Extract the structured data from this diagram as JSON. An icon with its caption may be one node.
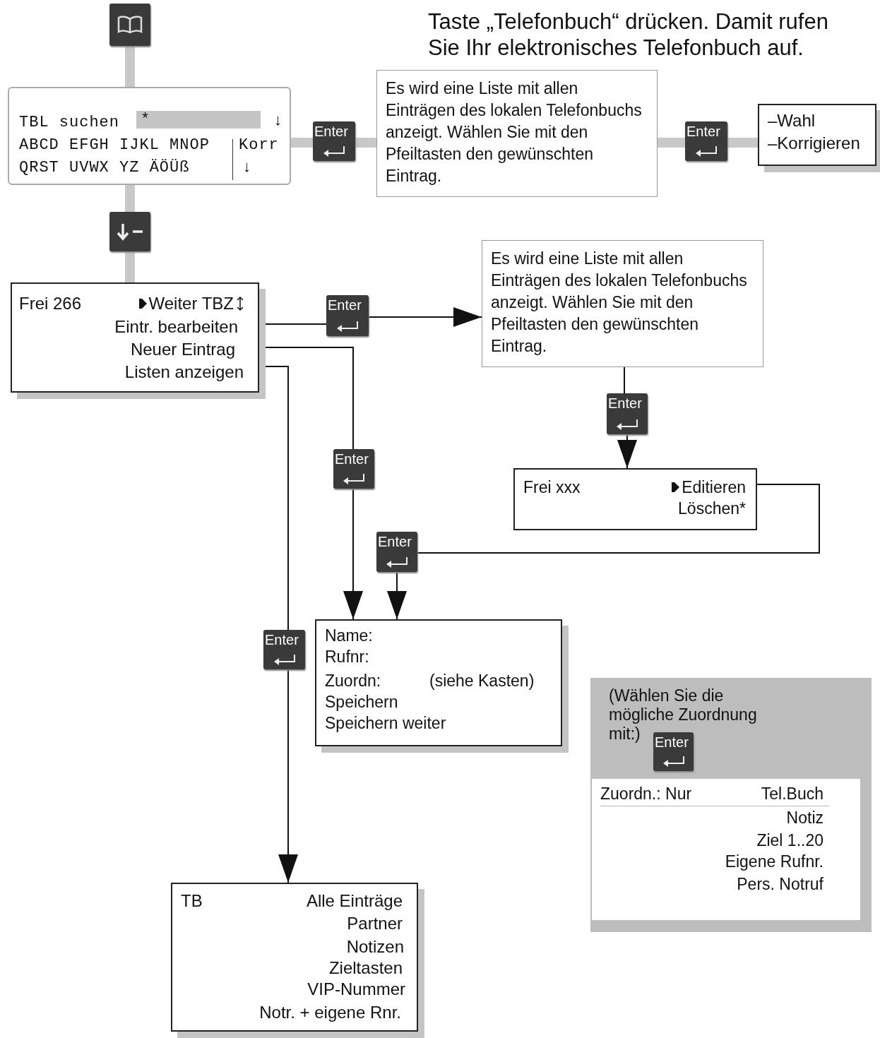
{
  "diagram": {
    "nodes": [
      {
        "text": [],
        "shape": "box"
      },
      {
        "text": [
          "TBL suchen",
          "*",
          "↓",
          "ABCD EFGH IJKL MNOP",
          "Korr",
          "QRST UVWX YZ ÄÖÜß",
          "↓"
        ]
      },
      {
        "text": [
          "Enter"
        ]
      },
      {
        "text": [
          "Es wird eine Liste mit allen Einträgen des lokalen Telefonbuchs anzeigt. Wählen Sie mit den Pfeiltasten den gewünschten Eintrag."
        ]
      },
      {
        "text": [
          "Enter"
        ]
      },
      {
        "text": [
          "–Wahl",
          "–Korrigieren"
        ]
      },
      {
        "text": [],
        "shape": "box"
      },
      {
        "text": [
          "Frei 266",
          "Weiter TBZ",
          "Eintr. bearbeiten",
          "Neuer Eintrag",
          "Listen anzeigen"
        ]
      },
      {
        "text": [
          "Enter"
        ]
      },
      {
        "text": [
          "Es wird eine Liste mit allen Einträgen des lokalen Telefonbuchs anzeigt. Wählen Sie mit den Pfeiltasten den gewünschten Eintrag."
        ]
      },
      {
        "text": [
          "Enter"
        ]
      },
      {
        "text": [
          "Frei xxx",
          "Editieren",
          "Löschen*"
        ]
      },
      {
        "text": [
          "Enter"
        ]
      },
      {
        "text": [
          "Enter"
        ]
      },
      {
        "text": [
          "Name:",
          "Rufnr:",
          "Zuordn:",
          "(siehe Kasten)",
          "Speichern",
          "Speichern weiter"
        ]
      },
      {
        "text": [
          "Enter"
        ]
      },
      {
        "text": [
          "TB",
          "Alle Einträge",
          "Partner",
          "Notizen",
          "Zieltasten",
          "VIP-Nummer",
          "Notr. + eigene Rnr."
        ]
      },
      {
        "text": [
          "(Wählen Sie die mögliche Zuordnung mit:)"
        ]
      },
      {
        "text": [
          "Enter"
        ],
        "in": 17
      },
      {
        "text": [
          "Zuordn.: Nur",
          "Tel.Buch",
          "Notiz",
          "Ziel 1..20",
          "Eigene Rufnr.",
          "Pers. Notruf"
        ],
        "in": 17
      }
    ],
    "edges": [
      {
        "from": 0,
        "to": 1,
        "arrow": "none",
        "style": "thick",
        "color": "#c8c8c8"
      },
      {
        "from": 1,
        "to": 2,
        "arrow": "none",
        "style": "thick",
        "color": "#c8c8c8"
      },
      {
        "from": 2,
        "to": 3,
        "arrow": "none",
        "style": "thick",
        "color": "#c8c8c8"
      },
      {
        "from": 3,
        "to": 4,
        "arrow": "none",
        "style": "thick",
        "color": "#c8c8c8"
      },
      {
        "from": 4,
        "to": 5,
        "arrow": "none",
        "style": "thick",
        "color": "#c8c8c8"
      },
      {
        "from": 1,
        "to": 6,
        "arrow": "none",
        "style": "thick",
        "color": "#c8c8c8"
      },
      {
        "from": 6,
        "to": 7,
        "arrow": "none",
        "style": "thick",
        "color": "#c8c8c8"
      },
      {
        "from": 7,
        "to": 8,
        "arrow": "none"
      },
      {
        "from": 8,
        "to": 9,
        "arrow": "to"
      },
      {
        "from": 9,
        "to": 10,
        "arrow": "none"
      },
      {
        "from": 10,
        "to": 11,
        "arrow": "to"
      },
      {
        "from": 7,
        "to": 12,
        "arrow": "none"
      },
      {
        "from": 12,
        "to": 14,
        "arrow": "to"
      },
      {
        "from": 11,
        "to": 13,
        "arrow": "none"
      },
      {
        "from": 13,
        "to": 14,
        "arrow": "to"
      },
      {
        "from": 7,
        "to": 15,
        "arrow": "none"
      },
      {
        "from": 15,
        "to": 16,
        "arrow": "to"
      }
    ],
    "labels": [
      "Taste „Telefonbuch“ drücken. Damit rufen Sie Ihr elektronisches Telefonbuch auf."
    ]
  }
}
